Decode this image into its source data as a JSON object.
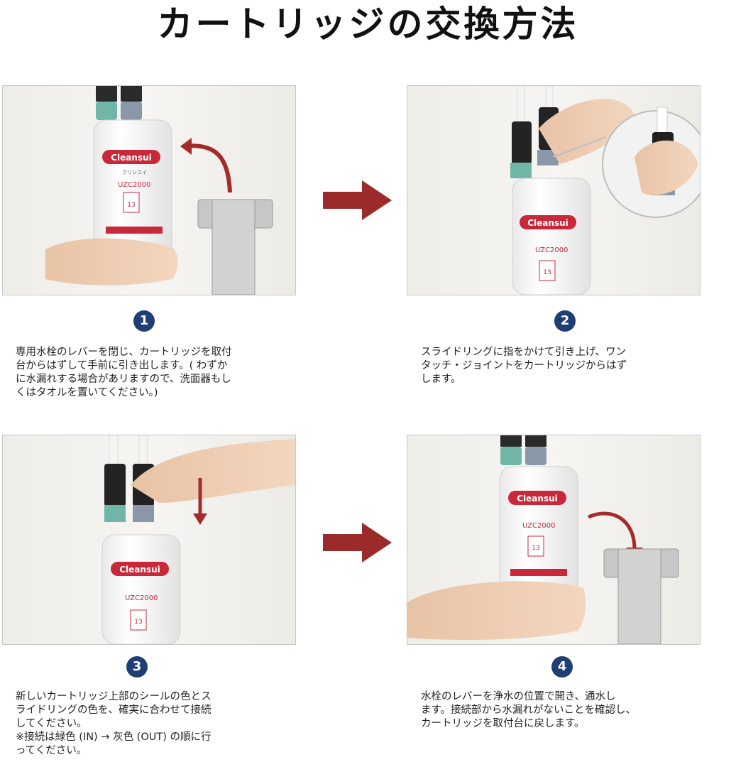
{
  "page_title": "カートリッジの交換方法",
  "cartridge": {
    "brand": "Cleansui",
    "katakana": "クリンスイ",
    "model": "UZC2000",
    "code": "13"
  },
  "steps": [
    {
      "number": "1",
      "text": "専用水栓のレバーを閉じ、カートリッジを取付\n台からはずして手前に引き出します。( わずか\nに水漏れする場合があリますので、洗面器もし\nくはタオルを置いてください。)"
    },
    {
      "number": "2",
      "text": "スライドリングに指をかけて引き上げ、ワン\nタッチ・ジョイントをカートリッジからはず\nします。"
    },
    {
      "number": "3",
      "text": "新しいカートリッジ上部のシールの色とス\nライドリングの色を、確実に合わせて接続\nしてください。\n※接続は緑色 (IN) → 灰色 (OUT) の順に行\nってください。"
    },
    {
      "number": "4",
      "text": "水栓のレバーを浄水の位置で開き、通水し\nます。接続部から水漏れがないことを確認し、\nカートリッジを取付台に戻します。"
    }
  ],
  "colors": {
    "accent_red": "#a52a2a",
    "badge_blue": "#1f3f74",
    "label_red": "#c8283a"
  }
}
